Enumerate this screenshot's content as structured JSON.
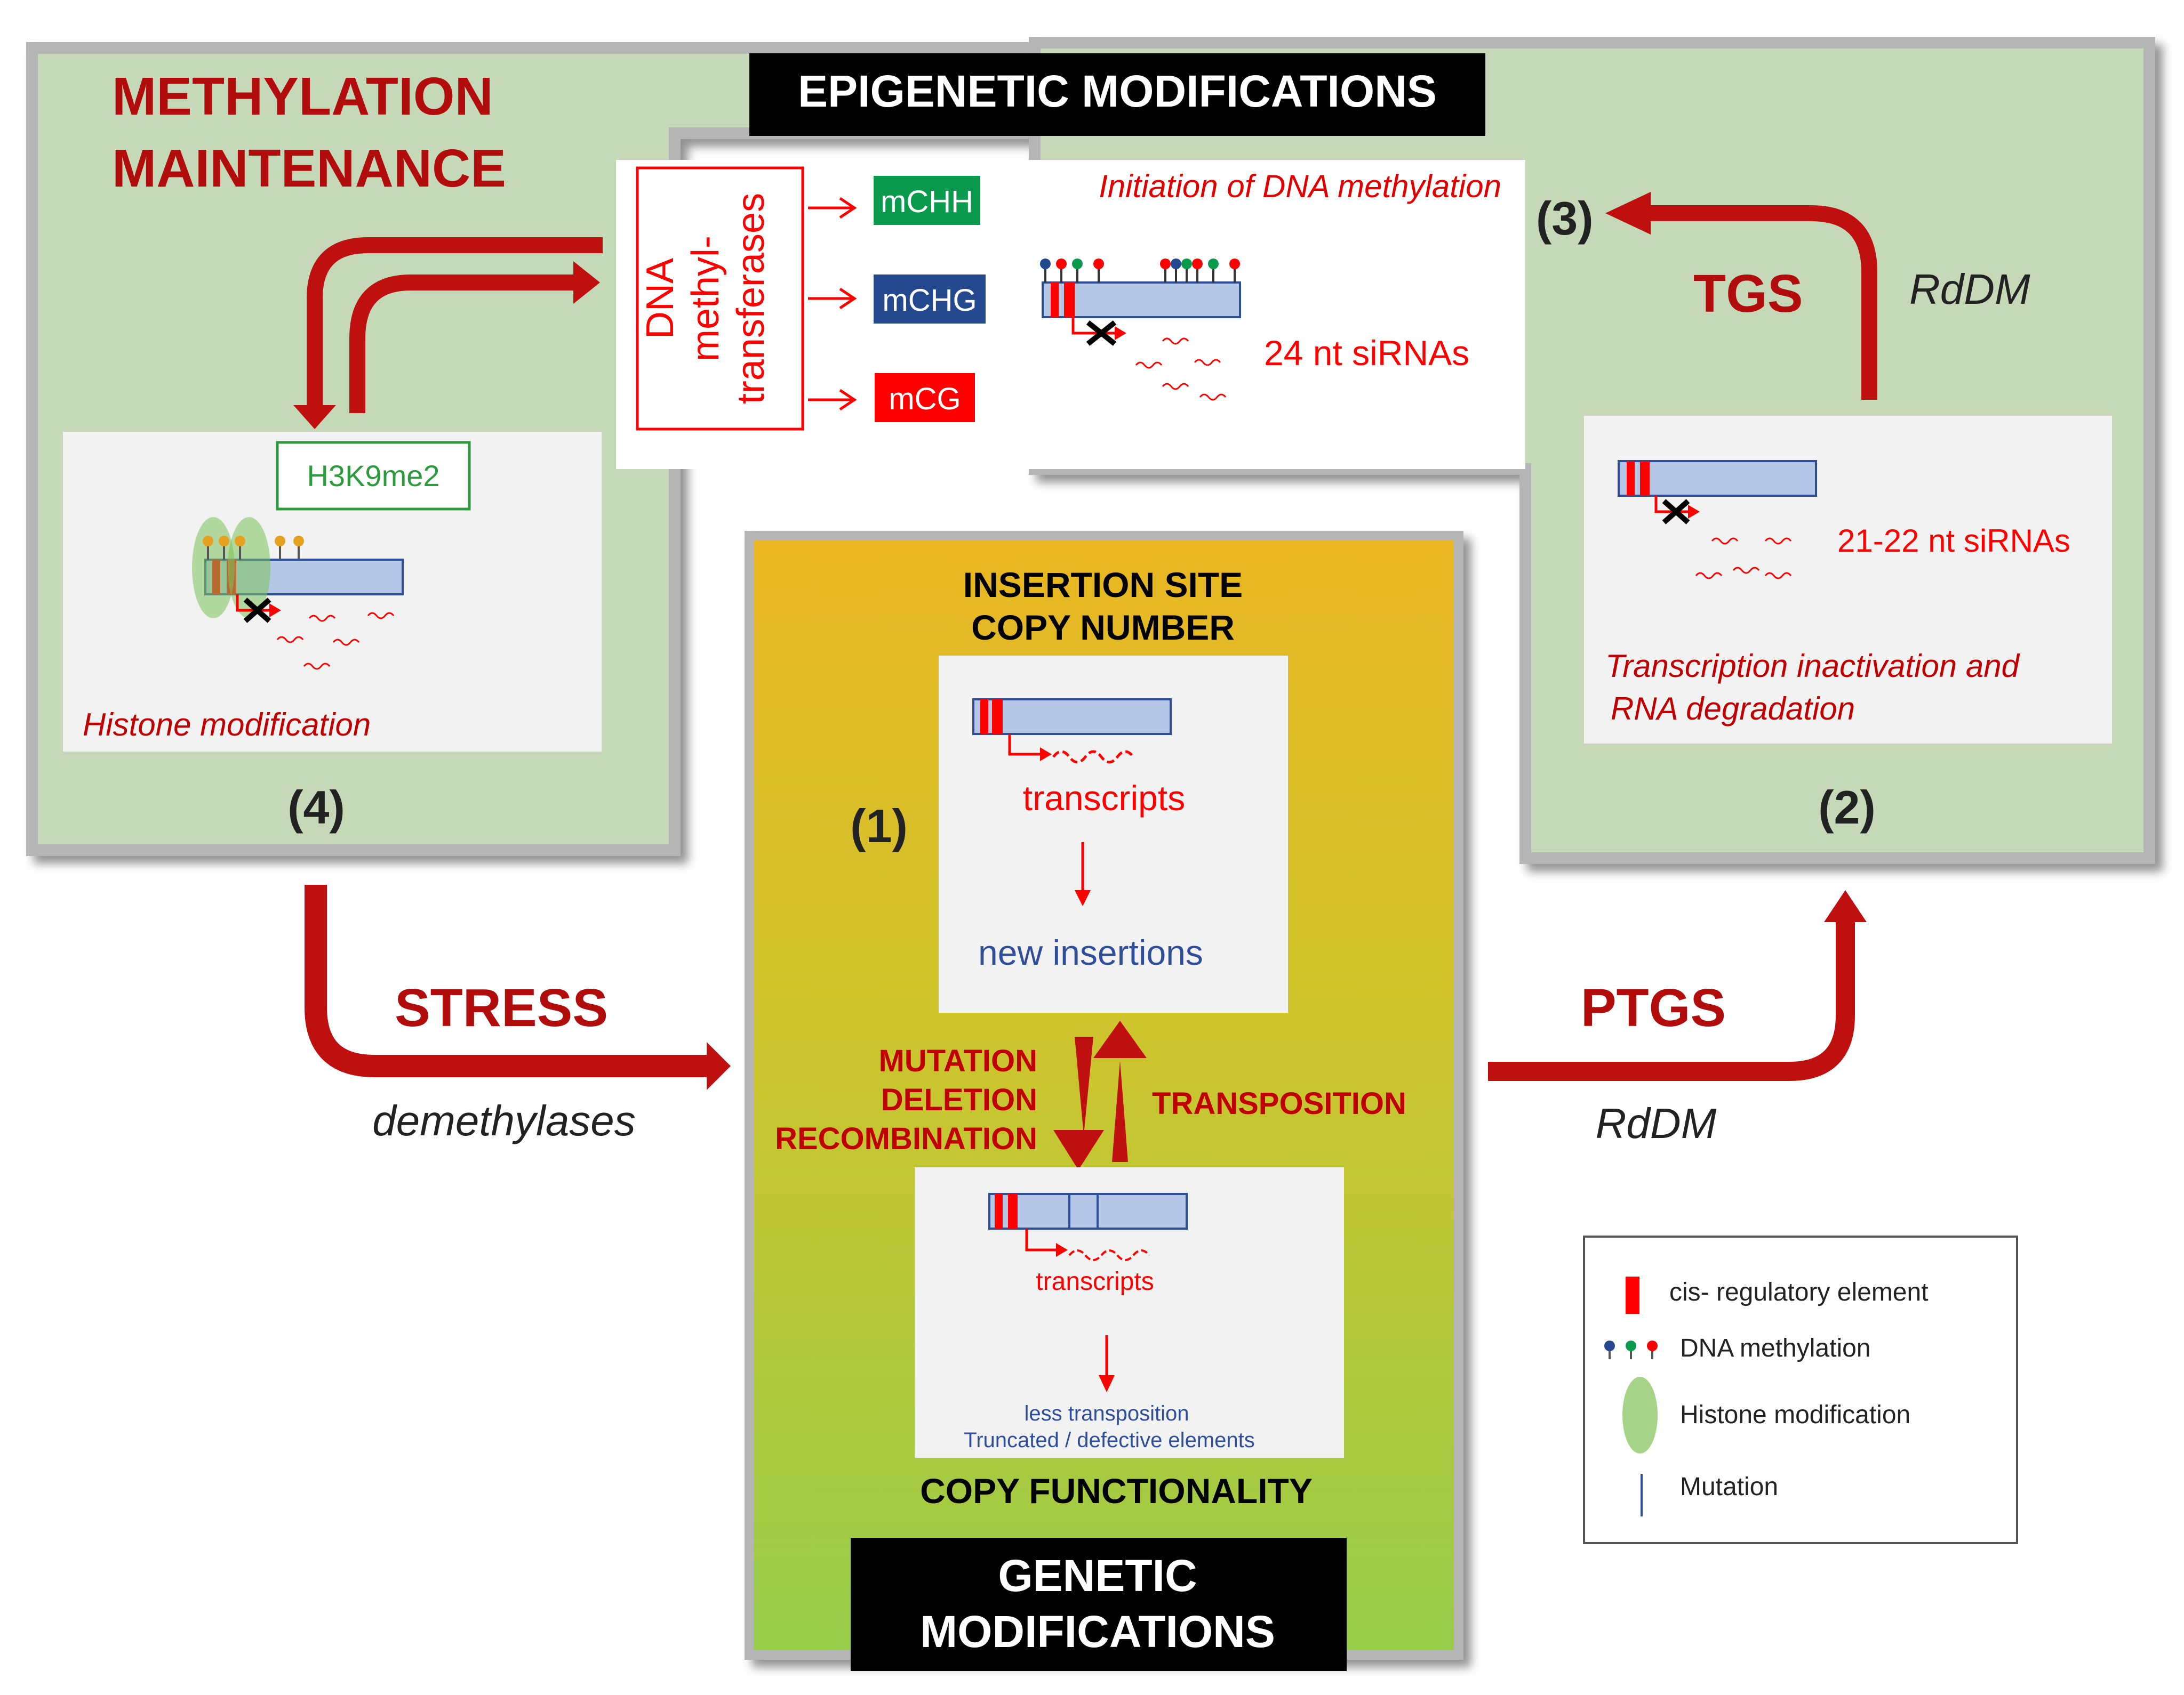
{
  "colors": {
    "panel_green": "#c5d9b9",
    "dark_red": "#b20d0d",
    "arrow_red": "#bf1010",
    "bright_red": "#ff0000",
    "blue_text": "#2f4e9a",
    "mCHH": "#0a9a4d",
    "mCHG": "#24488e",
    "mCG": "#ff0000",
    "element_blue": "#b4c7e7",
    "gray_box": "#f2f2f2",
    "black": "#000000"
  },
  "header": {
    "epigenetic": "EPIGENETIC MODIFICATIONS",
    "genetic_line1": "GENETIC",
    "genetic_line2": "MODIFICATIONS"
  },
  "maintenance": {
    "title_line1": "METHYLATION",
    "title_line2": "MAINTENANCE",
    "histone_label": "H3K9me2",
    "histone_caption": "Histone modification",
    "number": "(4)"
  },
  "methyltransferases": {
    "label_line1": "DNA",
    "label_line2": "methyl-",
    "label_line3": "transferases",
    "mCHH": "mCHH",
    "mCHG": "mCHG",
    "mCG": "mCG",
    "initiation": "Initiation of DNA methylation",
    "sirna_24": "24 nt siRNAs"
  },
  "tgs_panel": {
    "number_top": "(3)",
    "tgs": "TGS",
    "rddm": "RdDM",
    "sirna_21": "21-22 nt siRNAs",
    "caption_line1": "Transcription inactivation and",
    "caption_line2": "RNA degradation",
    "number_bottom": "(2)"
  },
  "center": {
    "title_line1": "INSERTION SITE",
    "title_line2": "COPY NUMBER",
    "number": "(1)",
    "transcripts": "transcripts",
    "new_insertions": "new insertions",
    "mutation": "MUTATION",
    "deletion": "DELETION",
    "recombination": "RECOMBINATION",
    "transposition": "TRANSPOSITION",
    "transcripts_small": "transcripts",
    "less_transposition": "less transposition",
    "truncated": "Truncated  / defective elements",
    "copy_functionality": "COPY FUNCTIONALITY"
  },
  "stress": {
    "label": "STRESS",
    "sub": "demethylases"
  },
  "ptgs": {
    "label": "PTGS",
    "sub": "RdDM"
  },
  "legend": {
    "cis": "cis- regulatory element",
    "dna_methylation": "DNA methylation",
    "histone": "Histone modification",
    "mutation": "Mutation"
  }
}
